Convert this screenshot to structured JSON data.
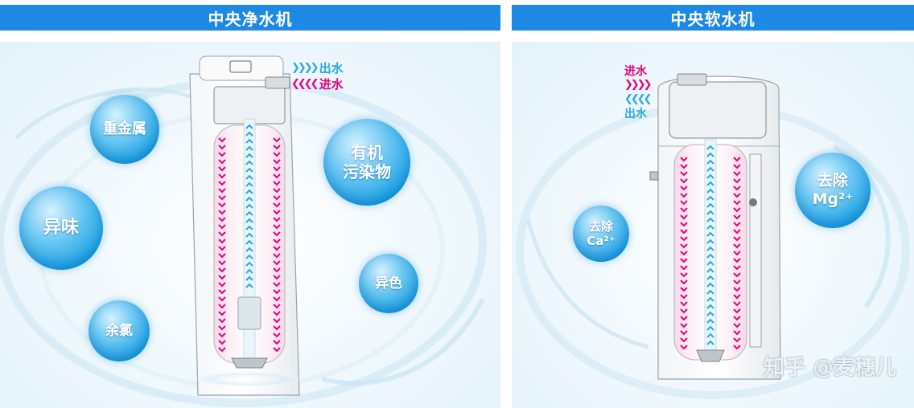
{
  "left": {
    "title": "中央净水机",
    "bubbles": [
      {
        "id": "heavy-metal",
        "text": "重金属"
      },
      {
        "id": "odor",
        "text": "异味"
      },
      {
        "id": "chlorine",
        "text": "余氯"
      },
      {
        "id": "organic-line1",
        "text": "有机"
      },
      {
        "id": "organic-line2",
        "text": "污染物"
      },
      {
        "id": "color",
        "text": "异色"
      }
    ],
    "outlet": "出水",
    "inlet": "进水"
  },
  "right": {
    "title": "中央软水机",
    "inlet": "进水",
    "outlet": "出水",
    "ca": {
      "line1": "去除",
      "line2": "Ca²⁺"
    },
    "mg": {
      "line1": "去除",
      "line2": "Mg²⁺"
    }
  },
  "watermark": "知乎 @麦穗儿",
  "colors": {
    "header": "#1e88e5",
    "inlet": "#e6007e",
    "outlet": "#29a8e0"
  }
}
